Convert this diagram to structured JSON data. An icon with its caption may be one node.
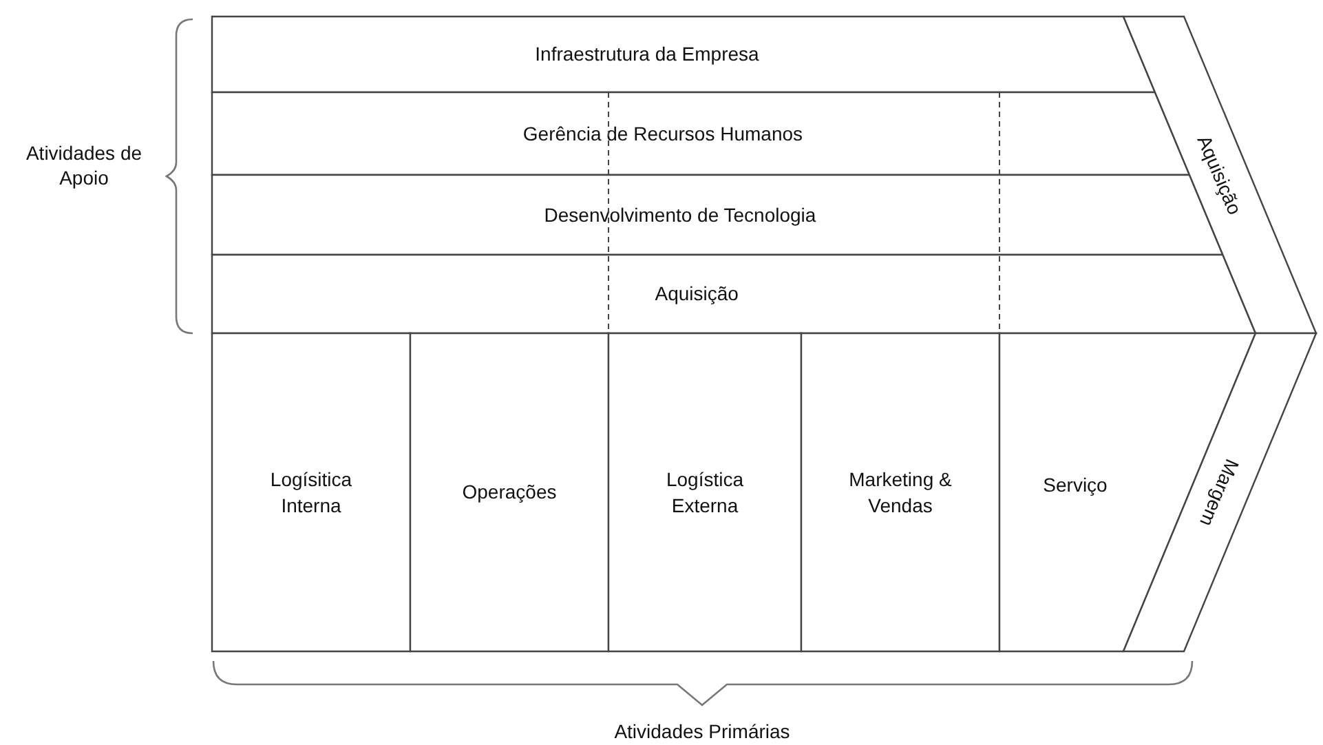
{
  "diagram": {
    "nodes": [
      {
        "text": [
          "Infraestrutura da Empresa"
        ]
      },
      {
        "text": [
          "Gerência de Recursos Humanos"
        ]
      },
      {
        "text": [
          "Desenvolvimento de Tecnologia"
        ]
      },
      {
        "text": [
          "Aquisição"
        ]
      },
      {
        "text": [
          "Aquisição"
        ]
      },
      {
        "text": [
          "Logísitica Interna"
        ]
      },
      {
        "text": [
          "Operações"
        ]
      },
      {
        "text": [
          "Logística Externa"
        ]
      },
      {
        "text": [
          "Marketing & Vendas"
        ]
      },
      {
        "text": [
          "Serviço"
        ]
      },
      {
        "text": [
          "Margem"
        ]
      }
    ],
    "labels": [
      "Atividades de Apoio",
      "Atividades Primárias"
    ]
  }
}
